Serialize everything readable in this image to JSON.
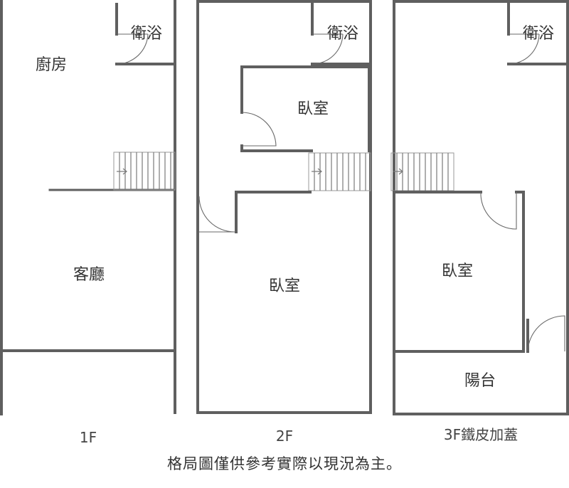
{
  "floors": [
    {
      "id": "1f",
      "label": "1F",
      "rooms": {
        "bathroom": "衛浴",
        "kitchen": "廚房",
        "living": "客廳"
      }
    },
    {
      "id": "2f",
      "label": "2F",
      "rooms": {
        "bathroom": "衛浴",
        "bedroom_small": "臥室",
        "bedroom_large": "臥室"
      }
    },
    {
      "id": "3f",
      "label": "3F鐵皮加蓋",
      "rooms": {
        "bathroom": "衛浴",
        "bedroom": "臥室",
        "balcony": "陽台"
      }
    }
  ],
  "note": "格局圖僅供參考實際以現況為主。",
  "colors": {
    "wall": "#5f5f5f",
    "text": "#333333",
    "background": "#ffffff"
  }
}
